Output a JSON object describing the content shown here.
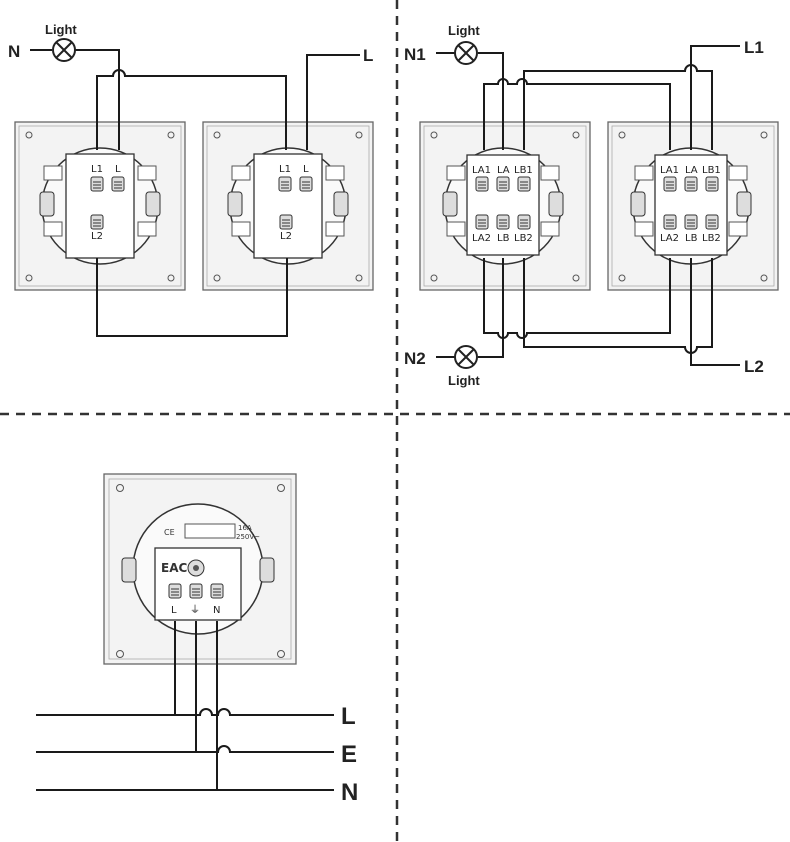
{
  "panel1": {
    "neutral_label": "N",
    "line_label": "L",
    "light_label": "Light",
    "switch_left_terminals": {
      "top_left": "L1",
      "top_right": "L",
      "bottom": "L2"
    },
    "switch_right_terminals": {
      "top_left": "L1",
      "top_right": "L",
      "bottom": "L2"
    }
  },
  "panel2": {
    "neutral1_label": "N1",
    "neutral2_label": "N2",
    "line1_label": "L1",
    "line2_label": "L2",
    "light_top_label": "Light",
    "light_bottom_label": "Light",
    "terminals_top": [
      "LA1",
      "LA",
      "LB1"
    ],
    "terminals_bottom": [
      "LA2",
      "LB",
      "LB2"
    ]
  },
  "panel3": {
    "rating_line1": "16A",
    "rating_line2": "250V~",
    "ce_mark": "CE",
    "eac_mark": "EAC",
    "terminal_labels": [
      "L",
      "⏚",
      "N"
    ],
    "bus_labels": [
      "L",
      "E",
      "N"
    ]
  },
  "colors": {
    "line": "#1a1a1a",
    "plate_fill": "#f4f4f4",
    "plate_edge": "#555555",
    "divider": "#333333"
  }
}
